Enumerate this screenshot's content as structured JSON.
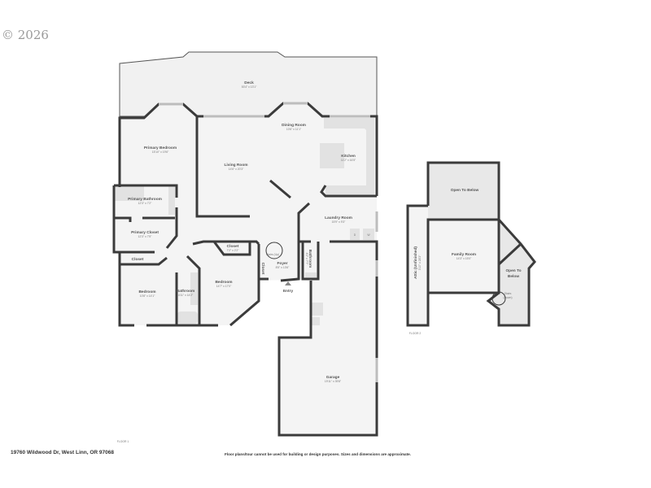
{
  "watermark": "© 2026",
  "floor1": {
    "label": "FLOOR 1",
    "rooms": {
      "deck": {
        "name": "Deck",
        "dim": "53'4\" x 13'1\""
      },
      "dining": {
        "name": "Dining Room",
        "dim": "10'6\" x 11'1\""
      },
      "kitchen": {
        "name": "Kitchen",
        "dim": "11'2\" x 16'5\""
      },
      "primary_bedroom": {
        "name": "Primary Bedroom",
        "dim": "15'10\" x 19'6\""
      },
      "living": {
        "name": "Living Room",
        "dim": "14'6\" x 20'3\""
      },
      "primary_bathroom": {
        "name": "Primary Bathroom",
        "dim": "12'3\" x 7'2\""
      },
      "primary_closet": {
        "name": "Primary Closet",
        "dim": "12'3\" x 7'5\""
      },
      "laundry": {
        "name": "Laundry Room",
        "dim": "15'9\" x 9'3\""
      },
      "closet_mid": {
        "name": "Closet",
        "dim": "7'2\" x 2'2\""
      },
      "stairs": {
        "name": "Stairs (Up)"
      },
      "foyer": {
        "name": "Foyer",
        "dim": "8'5\" x 13'6\""
      },
      "bathroom_small": {
        "name": "Bathroom",
        "dim": "4'2\" x 7'7\""
      },
      "closet_left": {
        "name": "Closet"
      },
      "closet_foyer": {
        "name": "Closet"
      },
      "bedroom_left": {
        "name": "Bedroom",
        "dim": "10'8\" x 14'1\""
      },
      "bathroom": {
        "name": "Bathroom",
        "dim": "4'11\" x 14'2\""
      },
      "bedroom_mid": {
        "name": "Bedroom",
        "dim": "14'7\" x 17'0\""
      },
      "entry": {
        "name": "Entry"
      },
      "garage": {
        "name": "Garage",
        "dim": "19'11\" x 39'8\""
      }
    },
    "appliances": {
      "dryer": "D",
      "washer": "W"
    }
  },
  "floor2": {
    "label": "FLOOR 2",
    "rooms": {
      "open_top": {
        "name": "Open To Below"
      },
      "family": {
        "name": "Family Room",
        "dim": "14'3\" x 15'0\""
      },
      "attic": {
        "name": "Attic (Unfinished)",
        "dim": "3'10\" x 28'3\""
      },
      "open_right": {
        "name1": "Open To",
        "name2": "Below"
      },
      "stairs": {
        "name1": "Stairs",
        "name2": "(Down)"
      }
    }
  },
  "footer": {
    "address": "19760 Wildwood Dr, West Linn, OR 97068",
    "disclaimer": "Floor plans/tour cannot be used for building or design purposes. Sizes and dimensions are approximate."
  }
}
